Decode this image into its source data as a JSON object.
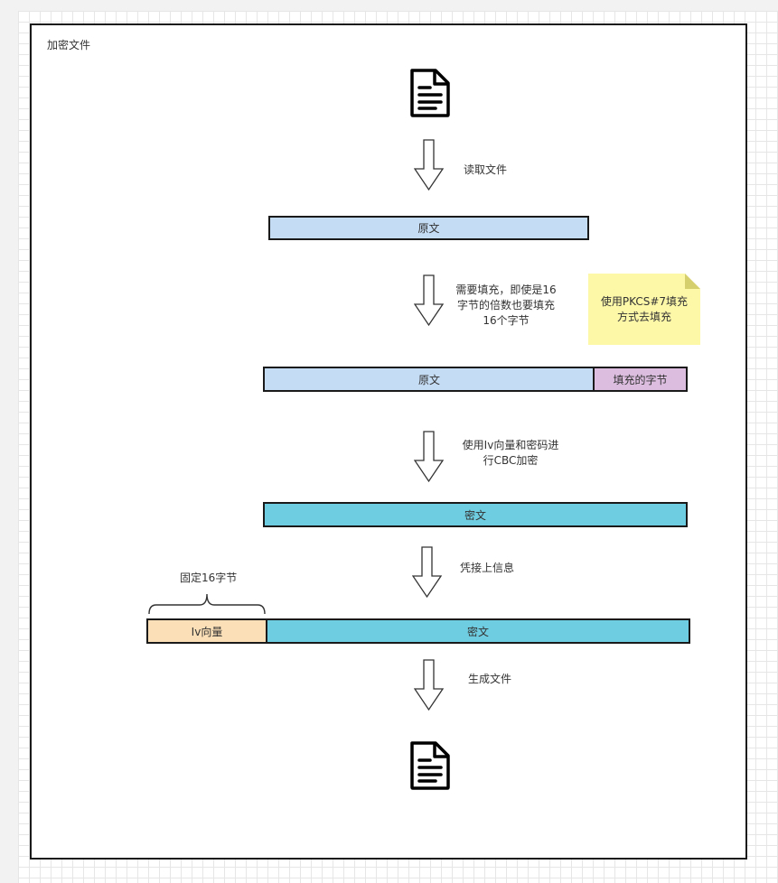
{
  "frame": {
    "title": "加密文件"
  },
  "icons": {
    "source_doc": "document-icon",
    "output_doc": "document-icon",
    "step_arrow": "hollow-down-arrow-icon"
  },
  "steps": {
    "read": "读取文件",
    "pad_line1": "需要填充，即使是16",
    "pad_line2": "字节的倍数也要填充",
    "pad_line3": "16个字节",
    "encrypt_line1": "使用Iv向量和密码进",
    "encrypt_line2": "行CBC加密",
    "concat": "凭接上信息",
    "generate": "生成文件"
  },
  "bars": {
    "plaintext": "原文",
    "padded_plaintext": "原文",
    "padding_bytes": "填充的字节",
    "ciphertext": "密文",
    "iv": "Iv向量",
    "final_ciphertext": "密文"
  },
  "brace_label": "固定16字节",
  "note": {
    "line1": "使用PKCS#7填充",
    "line2": "方式去填充"
  },
  "colors": {
    "plaintext": "#c5dcf5",
    "padding": "#dcbde0",
    "ciphertext": "#6fcde1",
    "iv": "#fbdfb6",
    "note": "#fdf7a8",
    "border": "#1a1a1a"
  }
}
